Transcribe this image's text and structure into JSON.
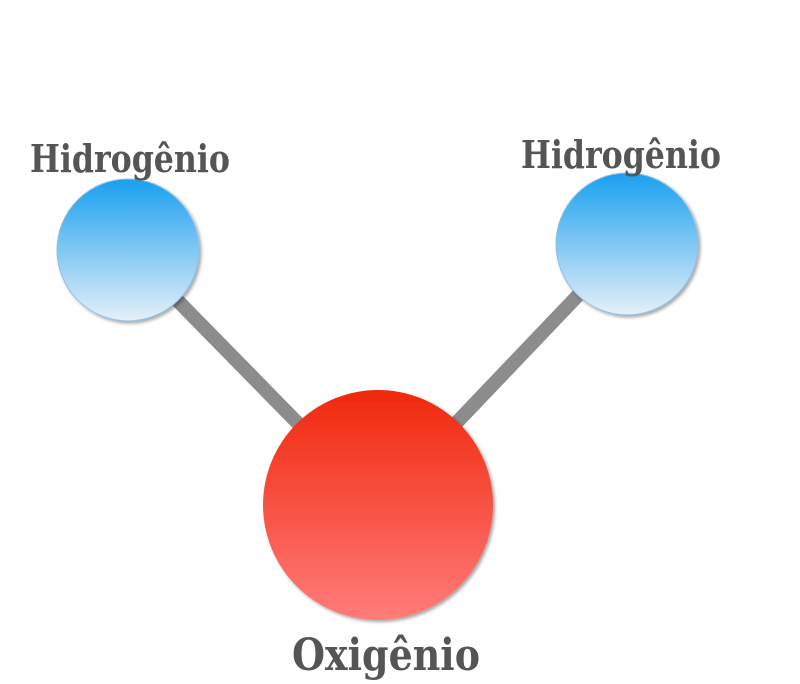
{
  "atoms": [
    {
      "label": "Hidrogênio",
      "element": "hydrogen"
    },
    {
      "label": "Hidrogênio",
      "element": "hydrogen"
    },
    {
      "label": "Oxigênio",
      "element": "oxygen"
    }
  ],
  "colors": {
    "hydrogen_top": "#19a0f0",
    "hydrogen_bottom": "#e6f0f8",
    "oxygen_top": "#f0280c",
    "oxygen_bottom": "#ff7c7a",
    "bond": "#8c8c8c",
    "label": "#555555"
  }
}
